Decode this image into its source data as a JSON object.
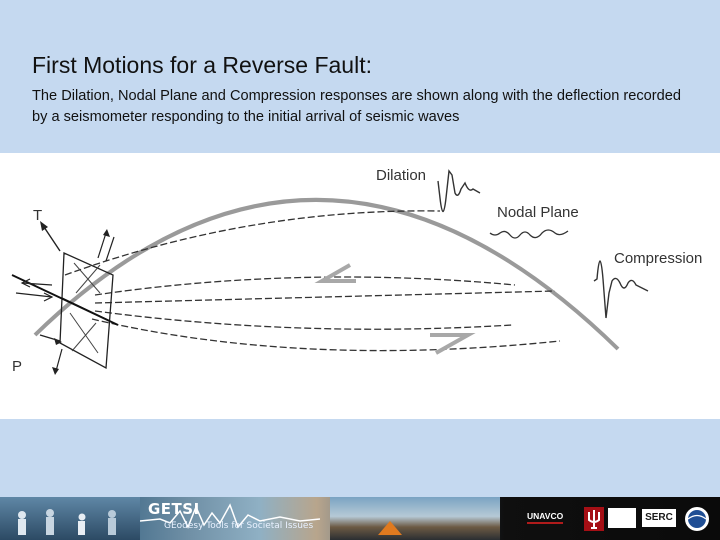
{
  "slide": {
    "title": "First Motions for a Reverse Fault:",
    "subtitle": "The Dilation, Nodal Plane and Compression responses are shown along with the deflection recorded by a seismometer responding to the initial arrival of seismic waves"
  },
  "diagram": {
    "labels": {
      "dilation": "Dilation",
      "nodal_plane": "Nodal Plane",
      "compression": "Compression",
      "t_axis": "T",
      "p_axis": "P"
    }
  },
  "footer": {
    "brand": "GETSI",
    "tagline": "GEodesy Tools for Societal Issues",
    "logos": {
      "unavco": "UNAVCO",
      "serc": "SERC"
    },
    "icons": [
      "iu-trident-icon",
      "nsf-seal-icon"
    ]
  }
}
